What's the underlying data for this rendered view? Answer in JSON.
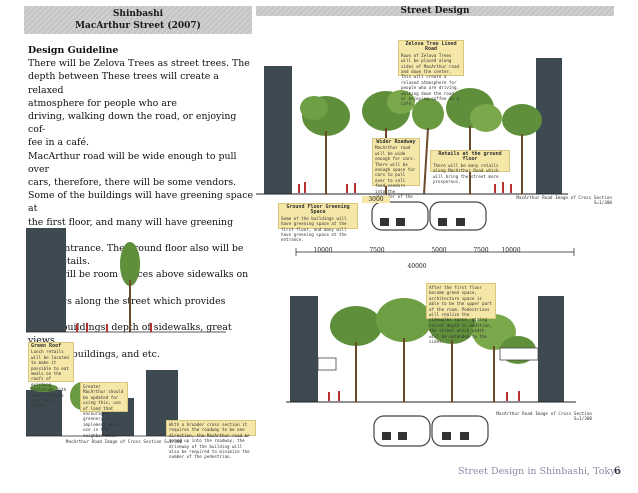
{
  "header_left": {
    "line1": "Shinbashi",
    "line2": "MacArthur Street (2007)"
  },
  "header_right": {
    "title": "Street Design"
  },
  "guideline": {
    "title": "Design Guideline",
    "lines": [
      "There will be Zelova Trees as street trees. The",
      "depth between These trees will create a relaxed",
      "atmosphere for people who are",
      "driving, walking down the road, or enjoying cof-",
      "fee in a café.",
      "MacArthur road will be wide enough to pull over",
      "cars, therefore, there will be some vendors.",
      "Some of the buildings will have greening space at",
      "the first floor, and many will have greening space",
      "at the entrance. The ground floor also will be",
      "many retails.",
      "There will be room spaces above sidewalks on the",
      "buildings along the street which provides attrac-",
      "tion of buildings, depth of sidewalks, great views",
      "from the buildings, and etc."
    ]
  },
  "section1": {
    "note_trees": {
      "title": "Zelova Tree Lined Road",
      "text": "Rows of Zelova Trees will be placed along sides of MacArthur road and down the center. This will create a relaxed atmosphere for people who are driving, walking down the road or enjoying coffee in a café."
    },
    "note_roadway": {
      "title": "Wider Roadway",
      "text": "MacArthur road will be wide enough for cars. There will be enough space for cars to pull over to sell food vendors into the shoulder of the road."
    },
    "note_retails": {
      "title": "Retails at the ground floor",
      "text": "There will be many retails along MacArthur Road which will bring the street more prosperous."
    },
    "note_greening": {
      "title": "Ground Floor Greening Space",
      "text": "Some of the buildings will have greening space at the first floor, and many will have greening space at the entrance."
    },
    "label_3000": "3000",
    "caption": "MacArthur Road  Image of Cross Section",
    "scale": "S=1/300",
    "dims": [
      "10000",
      "7500",
      "5000",
      "7500",
      "10000"
    ],
    "total": "40000"
  },
  "section2": {
    "note_room": "After the first floor become green space, architecture space is able to be the upper part of the room. Pedestrians will realize the sidewalks space, giving relief depth in addition, the street which width will be extended to the sides.",
    "caption": "MacArthur Road  Image of Cross Section",
    "scale": "S=1/300"
  },
  "left_section": {
    "note_green": {
      "title": "Green Roof",
      "text": "Lunch retails will be located to make it possible to eat meals on the roofs of existing buildings with lunch vendors (Air Ball Shops)."
    },
    "note_mid": "Greater MacArthur should be updated for using this, use of land that encourages greenery to implement more use in the neighborhoods.",
    "note_bottom": "With a broader cross section it requires the roadway to be one direction, the MacArthur road be moved up into the roadway, the driveway of the building will also be required to minimize the number of the pedestrian.",
    "caption": "MacArthur Road  Image of Cross Section",
    "scale": "S=1/300"
  },
  "footer": {
    "text": "Street Design in Shinbashi, Tokyo",
    "page": "6"
  },
  "colors": {
    "building": "#3e4a52",
    "road": "#6f6f6f",
    "tree_green": "#5f8f3a",
    "note_bg": "#f4e7a8",
    "header_bg": "#c9c9c9"
  }
}
